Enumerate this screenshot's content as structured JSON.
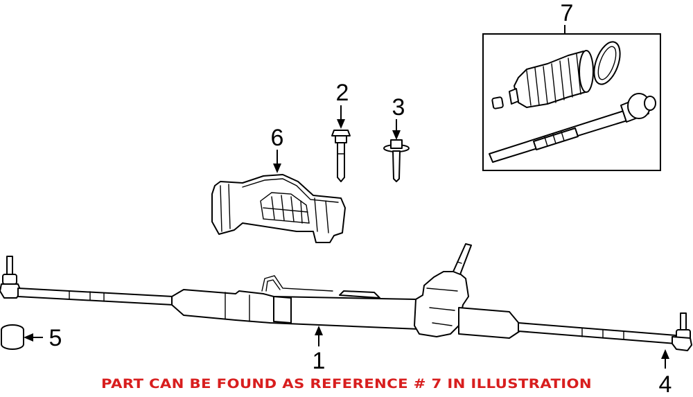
{
  "callouts": {
    "c1": "1",
    "c2": "2",
    "c3": "3",
    "c4": "4",
    "c5": "5",
    "c6": "6",
    "c7": "7"
  },
  "note": "PART CAN BE FOUND AS REFERENCE # 7 IN ILLUSTRATION",
  "colors": {
    "note": "#d81e1e",
    "line": "#000000",
    "background": "#ffffff"
  }
}
